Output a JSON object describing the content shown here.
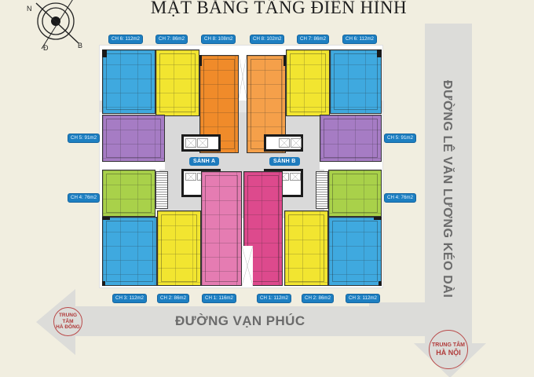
{
  "title": "MẶT BẰNG TẦNG ĐIỂN HÌNH",
  "compass": {
    "icon": "compass-icon",
    "labels": {
      "north": "N",
      "east": "Đ",
      "west": "B"
    }
  },
  "roads": {
    "right": {
      "label": "ĐƯỜNG LÊ VĂN LƯƠNG KÉO DÀI",
      "color": "#dcdcd9"
    },
    "bottom": {
      "label": "ĐƯỜNG VẠN PHÚC",
      "color": "#dcdcd9"
    }
  },
  "destinations": {
    "left": {
      "line1": "TRUNG TÂM",
      "line2": "HÀ ĐÔNG"
    },
    "right": {
      "line1": "TRUNG TÂM",
      "line2": "HÀ NỘI"
    }
  },
  "lobbies": {
    "a": "SẢNH A",
    "b": "SẢNH B"
  },
  "colors": {
    "blue": "#3fa9df",
    "yellow": "#f2e530",
    "orange": "#f08b2a",
    "orange_light": "#f5a04a",
    "purple": "#a67cc4",
    "green": "#a9d14a",
    "pink": "#e57cb2",
    "magenta": "#dd4a8d",
    "tag": "#1d7fc1",
    "core": "#d9d9d9",
    "background": "#f1eee0"
  },
  "area_tags": {
    "top": [
      {
        "label": "CH 6: 112m2"
      },
      {
        "label": "CH 7: 86m2"
      },
      {
        "label": "CH 8: 108m2"
      },
      {
        "label": "CH 8: 102m2"
      },
      {
        "label": "CH 7: 86m2"
      },
      {
        "label": "CH 6: 112m2"
      }
    ],
    "left": [
      {
        "label": "CH 5: 91m2"
      },
      {
        "label": "CH 4: 76m2"
      }
    ],
    "right": [
      {
        "label": "CH 5: 91m2"
      },
      {
        "label": "CH 4: 76m2"
      }
    ],
    "bottom": [
      {
        "label": "CH 3: 112m2"
      },
      {
        "label": "CH 2: 86m2"
      },
      {
        "label": "CH 1: 116m2"
      },
      {
        "label": "CH 1: 112m2"
      },
      {
        "label": "CH 2: 86m2"
      },
      {
        "label": "CH 3: 112m2"
      }
    ]
  }
}
